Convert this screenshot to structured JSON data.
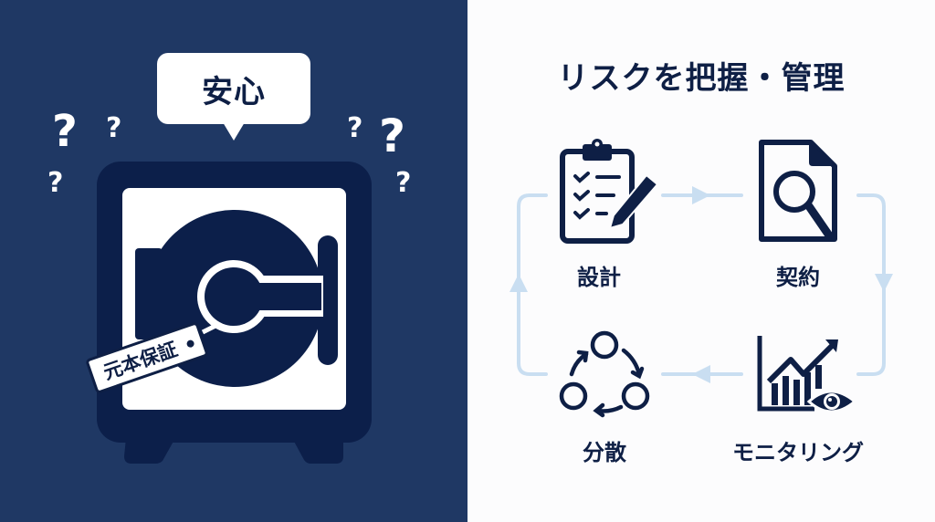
{
  "left": {
    "bubble_text": "安心",
    "tag_text": "元本保証",
    "question_marks": [
      "?",
      "?",
      "?",
      "?",
      "?",
      "?"
    ],
    "colors": {
      "background": "#1f3864",
      "safe_body": "#0c1f4a",
      "safe_door": "#ffffff"
    }
  },
  "right": {
    "title": "リスクを把握・管理",
    "steps": [
      {
        "label": "設計",
        "icon": "clipboard-checklist-pencil-icon"
      },
      {
        "label": "契約",
        "icon": "document-magnifier-icon"
      },
      {
        "label": "モニタリング",
        "icon": "chart-eye-icon"
      },
      {
        "label": "分散",
        "icon": "cycle-circles-icon"
      }
    ],
    "colors": {
      "text": "#0e1f45",
      "arrow": "#c9def1"
    }
  }
}
